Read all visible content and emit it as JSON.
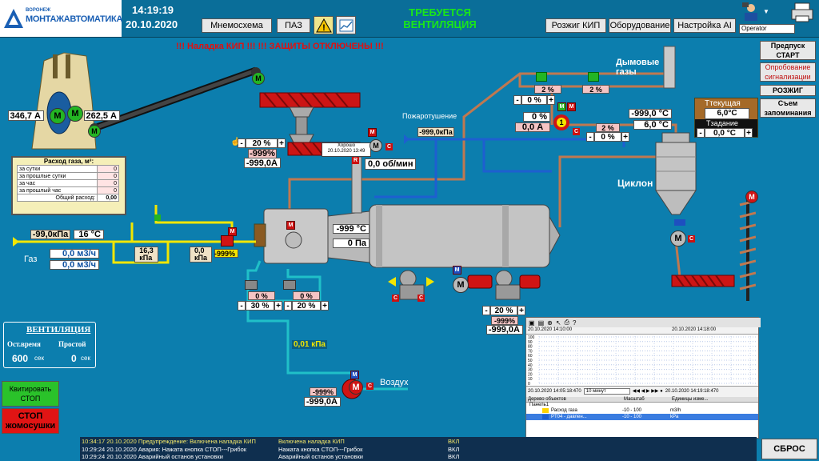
{
  "header": {
    "logo_small": "ВОРОНЕЖ",
    "logo_text": "МОНТАЖАВТОМАТИКА",
    "time": "14:19:19",
    "date": "20.10.2020",
    "nav_mnemo": "Мнемосхема",
    "nav_paz": "ПАЗ",
    "status_line1": "ТРЕБУЕТСЯ",
    "status_line2": "ВЕНТИЛЯЦИЯ",
    "nav_kip": "Розжиг КИП",
    "nav_equipment": "Оборудование",
    "nav_ai": "Настройка AI",
    "user": "Operator"
  },
  "warning_banner": "!!! Наладка КИП !!! !!!  ЗАЩИТЫ ОТКЛЮЧЕНЫ  !!!",
  "right_panel": {
    "prestart": "Предпуск\nСТАРТ",
    "alarm_test": "Опробование\nсигнализации",
    "ignition": "РОЗЖИГ",
    "memo_shot": "Съем\nзапоминания",
    "t_current_label": "Tтекущая",
    "t_current": "6,0°С",
    "t_setpoint_label": "Tзадание",
    "t_setpoint": "0,0 °С"
  },
  "labels": {
    "flue_gases": "Дымовые\nгазы",
    "fire_ext": "Пожаротушение",
    "cyclone": "Циклон",
    "gas": "Газ",
    "air": "Воздух"
  },
  "readings": {
    "crusher_left": "346,7 А",
    "crusher_right": "262,5 А",
    "feeder_pct": "20 %",
    "feeder_hz": "-999%",
    "feeder_amp": "-999,0А",
    "tooltip_line1": "Хорошо",
    "tooltip_line2": "20.10.2020 13:49",
    "feeder_rpm": "0,0  об/мин",
    "fire_pressure": "-999,0кПа",
    "exh_valve1_pct": "2 %",
    "exh_valve1_sp": "0 %",
    "exh_valve2_pct": "2 %",
    "fan1_pct": "0 %",
    "fan1_amp": "0,0 А",
    "fan1_num": "1",
    "valve3_pct": "2 %",
    "valve3_sp": "0 %",
    "temp_top": "-999,0 °С",
    "temp_top2": "6,0 °С",
    "gas_pressure": "-99,0кПа",
    "gas_temp": "16 °С",
    "gas_flow1": "0,0 м3/ч",
    "gas_flow2": "0,0 м3/ч",
    "kpa_mid": "16,3\nкПа",
    "kpa_mid2": "0,0\nкПа",
    "burner_pct": "-999%",
    "drum_temp": "-999 °С",
    "drum_press": "0  Па",
    "air_v1_pct": "0 %",
    "air_v1_sp": "30 %",
    "air_v2_pct": "0 %",
    "air_v2_sp": "20 %",
    "air_press": "0,01 кПа",
    "blower_pct": "-999%",
    "blower_amp": "-999,0А",
    "drive_sp": "20 %",
    "drive_pct": "-999%",
    "drive_amp": "-999,0А"
  },
  "gas_table": {
    "title": "Расход газа, м³:",
    "rows": [
      {
        "label": "за сутки",
        "value": "0"
      },
      {
        "label": "за прошлые сутки",
        "value": "0"
      },
      {
        "label": "за час",
        "value": "0"
      },
      {
        "label": "за прошлый час",
        "value": "0"
      }
    ],
    "total_label": "Общий расход:",
    "total_value": "0,00"
  },
  "ventilation": {
    "title": "ВЕНТИЛЯЦИЯ",
    "col1": "Ост.время",
    "col2": "Простой",
    "val1": "600",
    "unit1": "сек",
    "val2": "0",
    "unit2": "сек"
  },
  "buttons": {
    "ack_stop": "Квитировать\nСТОП",
    "stop_auger": "СТОП\nжомосушки",
    "reset": "СБРОС"
  },
  "trend": {
    "t_start": "20.10.2020 14:10:00",
    "t_end": "20.10.2020 14:18:00",
    "y_ticks": [
      "100",
      "90",
      "80",
      "70",
      "60",
      "50",
      "40",
      "30",
      "20",
      "10",
      "0"
    ],
    "from": "20.10.2020 14:05:18:470",
    "interval": "10 минут",
    "to": "20.10.2020 14:19:18:470",
    "col_tree": "Дерево объектов",
    "col_scale": "Масштаб",
    "col_units": "Единицы изме...",
    "panel": "Панель1",
    "rows": [
      {
        "name": "Расход газа",
        "scale": "-10 - 100",
        "units": "m3/h"
      },
      {
        "name": "PT04 - давлен...",
        "scale": "-10 - 100",
        "units": "kPa"
      }
    ]
  },
  "alarms": [
    {
      "time": "10:34:17 20.10.2020",
      "text": "Предупреждение:  Включена наладка КИП",
      "text2": "Включена наладка КИП",
      "state": "ВКЛ"
    },
    {
      "time": "10:29:24 20.10.2020",
      "text": "Авария:  Нажата кнопка СТОП---Грибок",
      "text2": "Нажата кнопка СТОП---Грибок",
      "state": "ВКЛ"
    },
    {
      "time": "10:29:24 20.10.2020",
      "text": "Аварийный останов установки",
      "text2": "Аварийный останов установки",
      "state": "ВКЛ"
    }
  ],
  "colors": {
    "background": "#0c7eae",
    "pipe_gas": "#f2e600",
    "pipe_air": "#20c0c8",
    "pipe_water": "#1e5fd0",
    "pipe_flue": "#c07850",
    "alarm_red": "#cc1010",
    "status_green": "#19e619"
  }
}
